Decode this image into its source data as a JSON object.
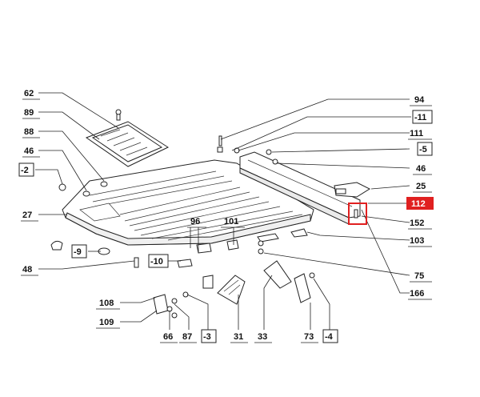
{
  "diagram": {
    "labels": [
      "62",
      "89",
      "88",
      "46",
      "-2",
      "27",
      "48",
      "94",
      "-11",
      "111",
      "-5",
      "46",
      "25",
      "112",
      "152",
      "103",
      "75",
      "166",
      "96",
      "101",
      "-9",
      "-10",
      "108",
      "109",
      "66",
      "87",
      "-3",
      "31",
      "33",
      "73",
      "-4"
    ],
    "highlight_color": "#e02020",
    "highlighted_label": "112"
  }
}
